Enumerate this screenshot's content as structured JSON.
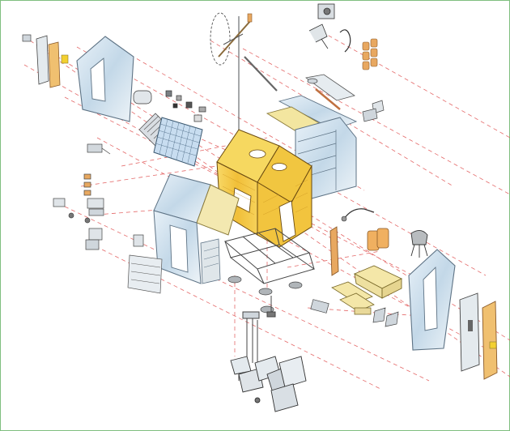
{
  "diagram": {
    "kind": "exploded-axonometric-drawing",
    "caption": "",
    "labels": []
  },
  "colors": {
    "core_wood": "#f3c644",
    "core_wood_dark": "#c9921e",
    "panel_glass": "#c9dcea",
    "panel_glass_edge": "#5e7385",
    "guide_line": "#e05050",
    "metal": "#8c8f92",
    "border": "#7fbf7f",
    "accent_orange": "#e8a860"
  },
  "components": [
    {
      "name": "wooden-core-module",
      "material": "wood"
    },
    {
      "name": "rear-gable-panel",
      "material": "acrylic"
    },
    {
      "name": "front-shell-panel",
      "material": "acrylic"
    },
    {
      "name": "side-end-panel",
      "material": "acrylic"
    },
    {
      "name": "roof-panel",
      "material": "acrylic"
    },
    {
      "name": "solar-panel-grid",
      "material": "glass"
    },
    {
      "name": "wind-turbine",
      "material": "metal"
    },
    {
      "name": "floor-frame",
      "material": "metal"
    },
    {
      "name": "shelving-unit",
      "material": "acrylic"
    },
    {
      "name": "sofa",
      "material": "upholstery"
    },
    {
      "name": "bench-cushions",
      "material": "upholstery"
    },
    {
      "name": "chair",
      "material": "metal"
    },
    {
      "name": "water-tanks",
      "material": "acrylic"
    },
    {
      "name": "door-panel",
      "material": "wood"
    },
    {
      "name": "pipes",
      "material": "metal"
    }
  ]
}
